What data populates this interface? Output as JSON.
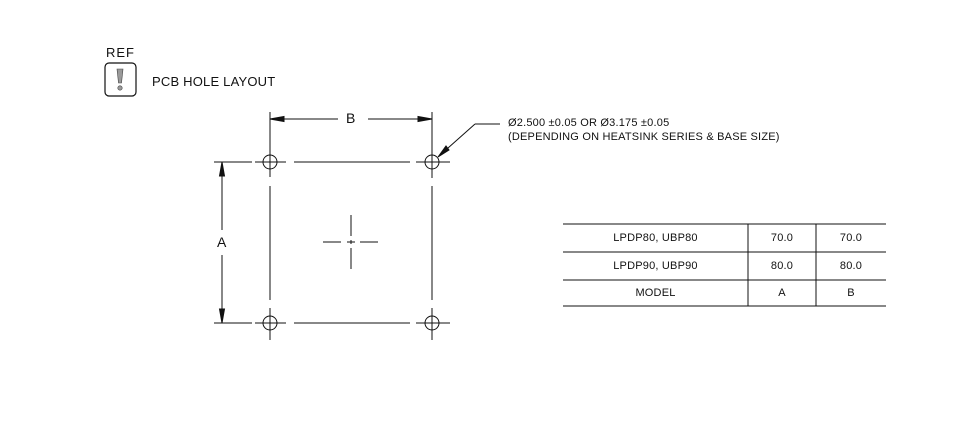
{
  "header": {
    "ref_label": "REF",
    "title": "PCB HOLE LAYOUT",
    "ref_icon": "exclamation-icon"
  },
  "drawing": {
    "dim_a": "A",
    "dim_b": "B",
    "note_line1": "Ø2.500 ±0.05 OR Ø3.175 ±0.05",
    "note_line2": "(DEPENDING ON HEATSINK SERIES & BASE SIZE)"
  },
  "table": {
    "rows": [
      {
        "model": "LPDP80, UBP80",
        "a": "70.0",
        "b": "70.0"
      },
      {
        "model": "LPDP90, UBP90",
        "a": "80.0",
        "b": "80.0"
      },
      {
        "model": "MODEL",
        "a": "A",
        "b": "B"
      }
    ]
  },
  "colors": {
    "line": "#111111"
  }
}
